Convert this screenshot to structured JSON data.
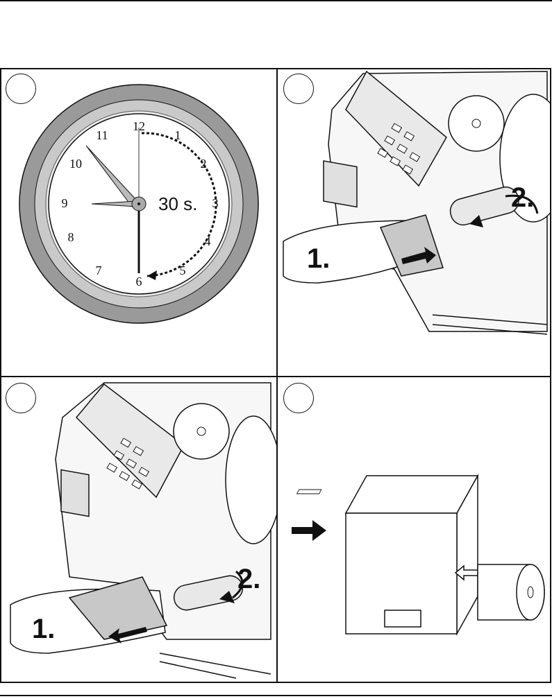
{
  "panels": [
    {
      "id": "clock",
      "clock": {
        "numbers": [
          "12",
          "1",
          "2",
          "3",
          "4",
          "5",
          "6",
          "7",
          "8",
          "9",
          "10",
          "11"
        ],
        "duration_label": "30 s."
      }
    },
    {
      "id": "load-media",
      "labels": {
        "step1": "1.",
        "step2": "2."
      }
    },
    {
      "id": "remove-media",
      "labels": {
        "step1": "1.",
        "step2": "2."
      }
    },
    {
      "id": "printer-box",
      "description_icons": [
        "right-arrow-icon",
        "printer-icon",
        "media-roll-icon",
        "left-arrow-icon"
      ]
    }
  ]
}
